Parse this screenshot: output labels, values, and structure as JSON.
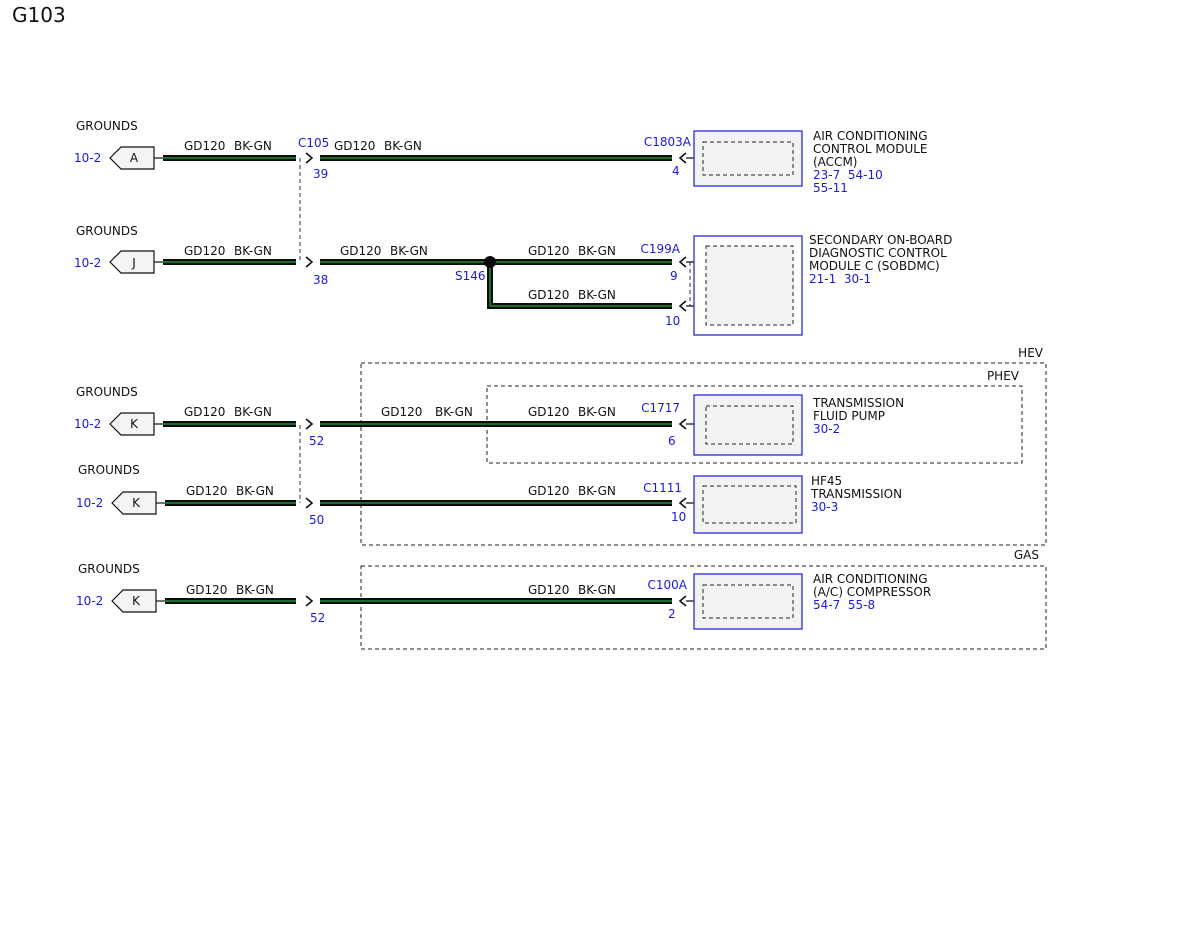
{
  "title": "G103",
  "colors": {
    "wire_outer": "#0c0c0c",
    "wire_inner": "#1f8a3a",
    "reference_blue": "#1a1adb",
    "module_border": "#2b2be0",
    "module_fill": "#f2f2f2"
  },
  "wire_label": {
    "circuit": "GD120",
    "color": "BK-GN"
  },
  "grounds": [
    {
      "label": "GROUNDS",
      "ref": "10-2",
      "pin": "A"
    },
    {
      "label": "GROUNDS",
      "ref": "10-2",
      "pin": "J"
    },
    {
      "label": "GROUNDS",
      "ref": "10-2",
      "pin": "K"
    },
    {
      "label": "GROUNDS",
      "ref": "10-2",
      "pin": "K"
    },
    {
      "label": "GROUNDS",
      "ref": "10-2",
      "pin": "K"
    }
  ],
  "connectors": [
    {
      "name": "C105",
      "pin": "39"
    },
    {
      "name": "",
      "pin": "38"
    },
    {
      "name": "",
      "pin": "52"
    },
    {
      "name": "",
      "pin": "50"
    },
    {
      "name": "",
      "pin": "52"
    }
  ],
  "splice": {
    "name": "S146"
  },
  "modules": [
    {
      "connector": "C1803A",
      "pins": [
        "4"
      ],
      "lines": [
        "AIR CONDITIONING",
        "CONTROL MODULE",
        "(ACCM)"
      ],
      "refs": [
        "23-7  54-10",
        "55-11"
      ]
    },
    {
      "connector": "C199A",
      "pins": [
        "9",
        "10"
      ],
      "lines": [
        "SECONDARY ON-BOARD",
        "DIAGNOSTIC CONTROL",
        "MODULE C (SOBDMC)"
      ],
      "refs": [
        "21-1  30-1"
      ]
    },
    {
      "connector": "C1717",
      "pins": [
        "6"
      ],
      "lines": [
        "TRANSMISSION",
        "FLUID PUMP"
      ],
      "refs": [
        "30-2"
      ]
    },
    {
      "connector": "C1111",
      "pins": [
        "10"
      ],
      "lines": [
        "HF45",
        "TRANSMISSION"
      ],
      "refs": [
        "30-3"
      ]
    },
    {
      "connector": "C100A",
      "pins": [
        "2"
      ],
      "lines": [
        "AIR CONDITIONING",
        "(A/C) COMPRESSOR"
      ],
      "refs": [
        "54-7  55-8"
      ]
    }
  ],
  "option_groups": [
    {
      "label": "HEV"
    },
    {
      "label": "PHEV"
    },
    {
      "label": "GAS"
    }
  ]
}
